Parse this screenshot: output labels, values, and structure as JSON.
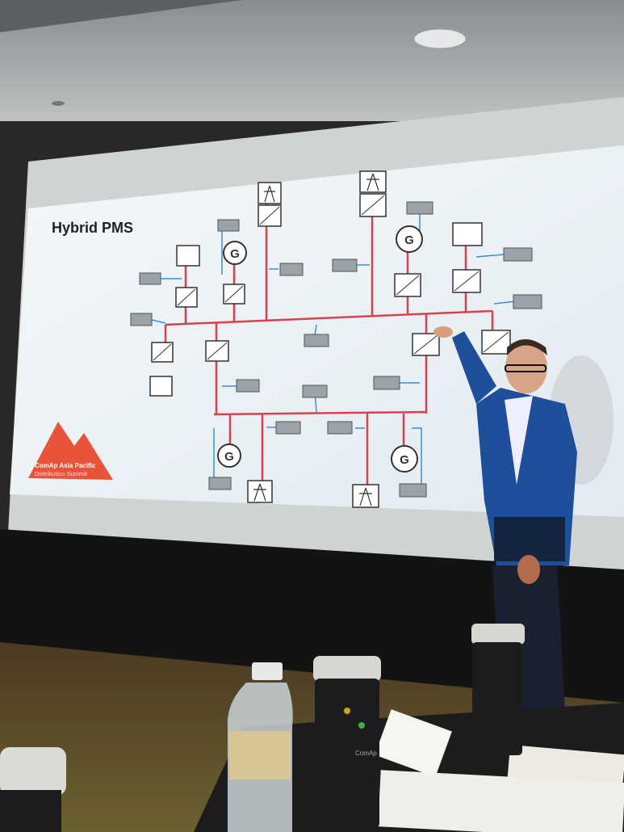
{
  "slide": {
    "title": "Hybrid PMS",
    "generator_label": "G",
    "logo": {
      "line1": "ComAp Asia Pacific",
      "line2": "Distribution Summit"
    }
  },
  "tumbler": {
    "brand": "ComAp"
  },
  "colors": {
    "slide_bg": "#e9f1f6",
    "line_red": "#d9414f",
    "line_blue": "#3a8fd6",
    "logo": "#e8533a",
    "jacket": "#1f4f9a"
  }
}
